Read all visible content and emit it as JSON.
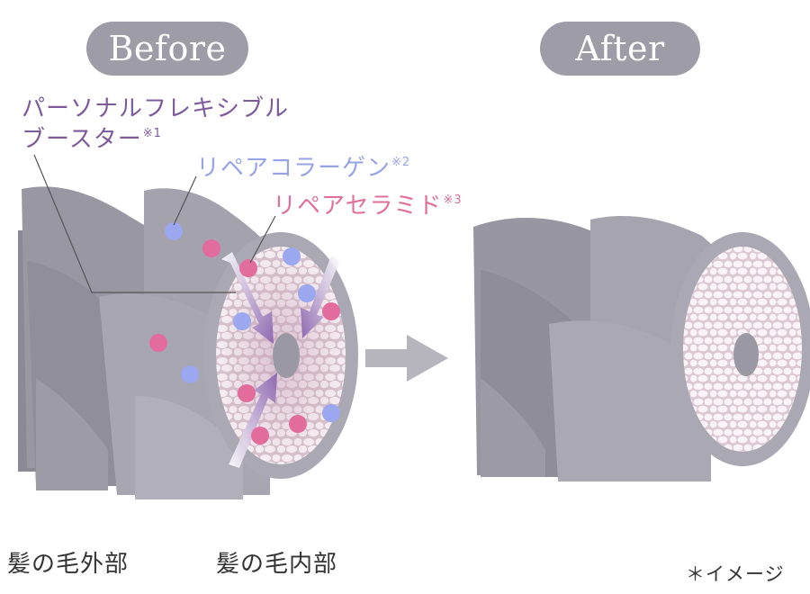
{
  "header": {
    "before_label": "Before",
    "after_label": "After"
  },
  "labels": {
    "booster_line1": "パーソナルフレキシブル",
    "booster_line2": "ブースター",
    "booster_note": "※1",
    "collagen": "リペアコラーゲン",
    "collagen_note": "※2",
    "ceramide": "リペアセラミド",
    "ceramide_note": "※3"
  },
  "captions": {
    "outer": "髪の毛外部",
    "inner": "髪の毛内部",
    "note": "＊イメージ"
  },
  "colors": {
    "booster": "#7d5b9b",
    "collagen": "#98a3e6",
    "ceramide": "#e06f9b",
    "hair": "#9e9da7",
    "pill": "#9e9da7"
  }
}
